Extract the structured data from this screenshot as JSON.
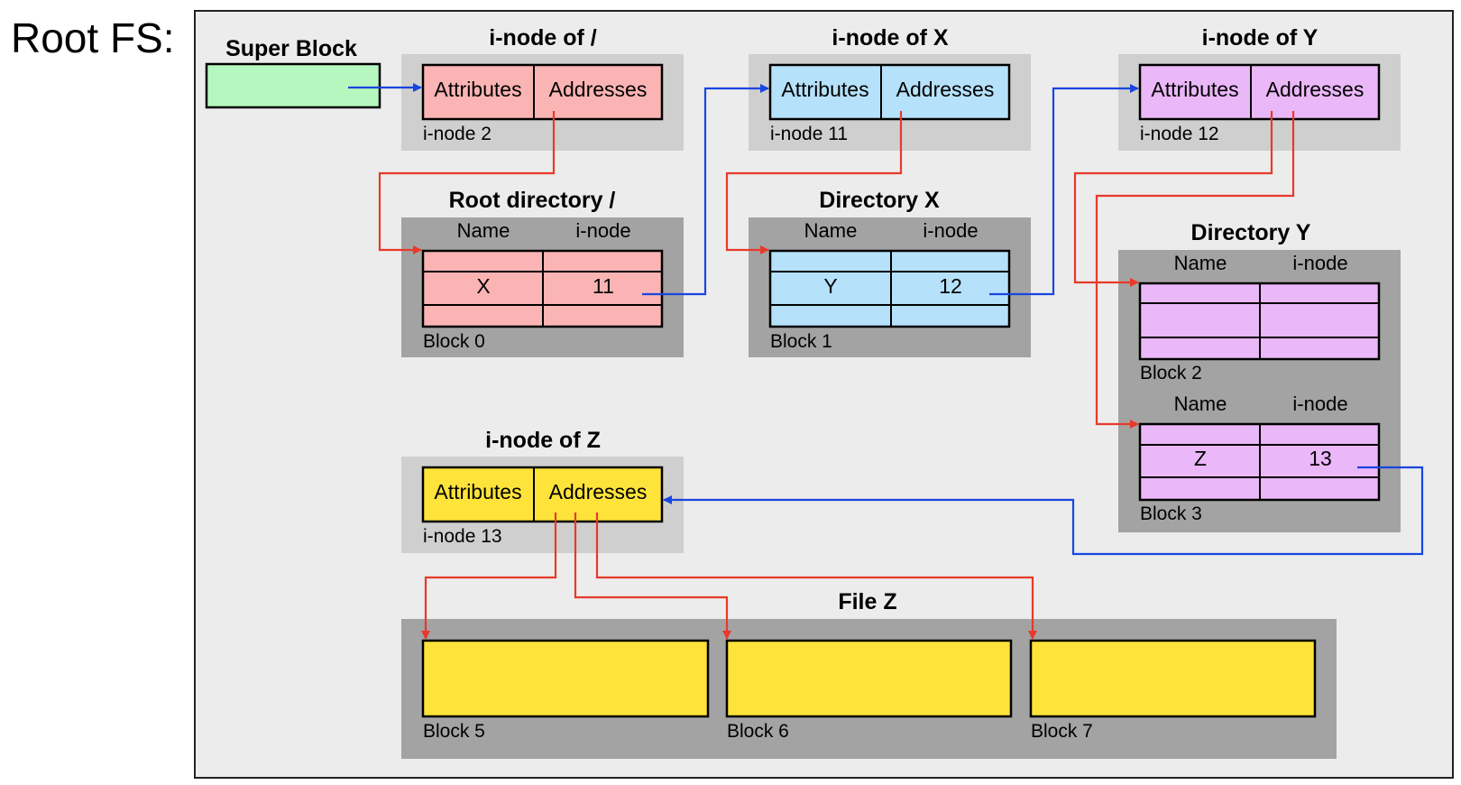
{
  "root_label": "Root FS:",
  "super_block": {
    "title": "Super Block"
  },
  "inode_root": {
    "title": "i-node of /",
    "attributes": "Attributes",
    "addresses": "Addresses",
    "caption": "i-node 2"
  },
  "inode_x": {
    "title": "i-node of X",
    "attributes": "Attributes",
    "addresses": "Addresses",
    "caption": "i-node 11"
  },
  "inode_y": {
    "title": "i-node of Y",
    "attributes": "Attributes",
    "addresses": "Addresses",
    "caption": "i-node 12"
  },
  "inode_z": {
    "title": "i-node of Z",
    "attributes": "Attributes",
    "addresses": "Addresses",
    "caption": "i-node 13"
  },
  "dir_root": {
    "title": "Root directory /",
    "col_name": "Name",
    "col_inode": "i-node",
    "entry_name": "X",
    "entry_inode": "11",
    "caption": "Block 0"
  },
  "dir_x": {
    "title": "Directory X",
    "col_name": "Name",
    "col_inode": "i-node",
    "entry_name": "Y",
    "entry_inode": "12",
    "caption": "Block 1"
  },
  "dir_y": {
    "title": "Directory Y",
    "block2": {
      "col_name": "Name",
      "col_inode": "i-node",
      "caption": "Block 2"
    },
    "block3": {
      "col_name": "Name",
      "col_inode": "i-node",
      "entry_name": "Z",
      "entry_inode": "13",
      "caption": "Block 3"
    }
  },
  "file_z": {
    "title": "File Z",
    "blocks": [
      "Block 5",
      "Block 6",
      "Block 7"
    ]
  },
  "colors": {
    "super_block": "#b6f7bf",
    "root": "#fab4b3",
    "x": "#b6e1fb",
    "y": "#eab7f8",
    "z": "#fde33a",
    "panel": "#a3a3a3",
    "inode_panel": "#cfcfcf",
    "frame": "#ececec",
    "arrow_blue": "#1846e0",
    "arrow_red": "#e8392a"
  }
}
